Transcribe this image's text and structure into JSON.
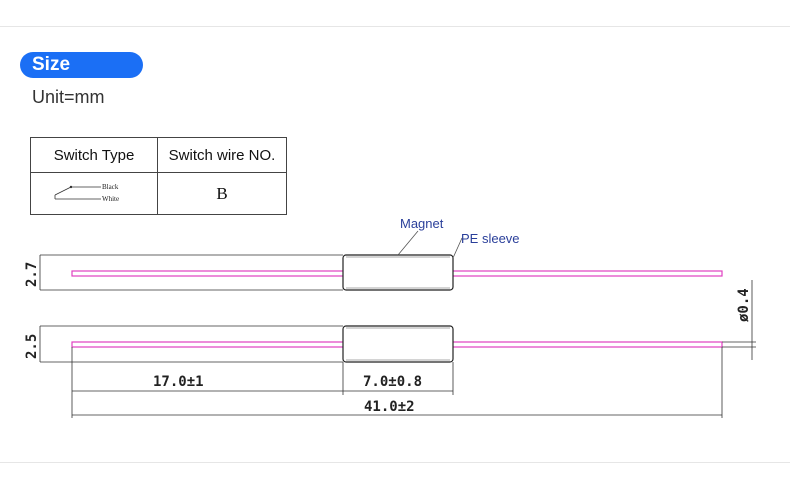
{
  "section": {
    "title": "Size",
    "unit": "Unit=mm"
  },
  "switch_table": {
    "headers": [
      "Switch Type",
      "Switch wire NO."
    ],
    "row": {
      "wire_labels": [
        "Black",
        "White"
      ],
      "wire_no": "B"
    }
  },
  "drawing": {
    "callouts": {
      "magnet": "Magnet",
      "sleeve": "PE sleeve"
    },
    "dimensions": {
      "height_top": "2.7",
      "height_bottom": "2.5",
      "diameter": "ø0.4",
      "lead_length": "17.0±1",
      "body_length": "7.0±0.8",
      "total_length": "41.0±2"
    }
  },
  "colors": {
    "accent": "#1b6ff5",
    "wire": "#e040c0",
    "callout": "#2a3f9a"
  }
}
